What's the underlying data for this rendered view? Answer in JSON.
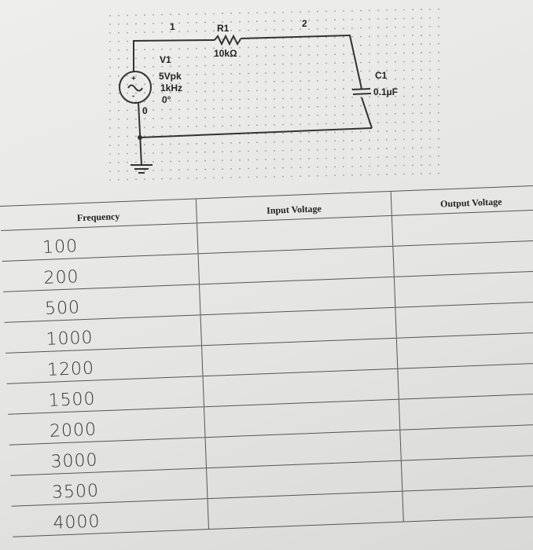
{
  "circuit": {
    "node_1": "1",
    "node_2": "2",
    "node_0": "0",
    "resistor": {
      "name": "R1",
      "value": "10kΩ"
    },
    "source": {
      "name": "V1",
      "amplitude": "5Vpk",
      "frequency": "1kHz",
      "phase": "0°"
    },
    "capacitor": {
      "name": "C1",
      "value": "0.1µF"
    }
  },
  "table": {
    "headers": [
      "Frequency",
      "Input Voltage",
      "Output Voltage"
    ],
    "frequencies": [
      "100",
      "200",
      "500",
      "1000",
      "1200",
      "1500",
      "2000",
      "3000",
      "3500",
      "4000"
    ]
  }
}
